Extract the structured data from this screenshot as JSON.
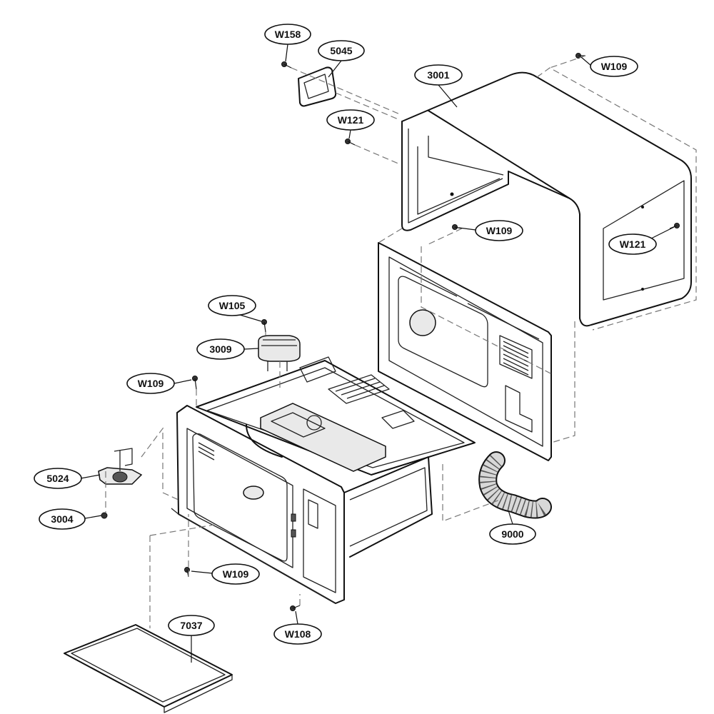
{
  "diagram": {
    "callouts": [
      {
        "id": "w158",
        "label": "W158"
      },
      {
        "id": "p5045",
        "label": "5045"
      },
      {
        "id": "w109a",
        "label": "W109"
      },
      {
        "id": "p3001",
        "label": "3001"
      },
      {
        "id": "w121a",
        "label": "W121"
      },
      {
        "id": "w109b",
        "label": "W109"
      },
      {
        "id": "w121b",
        "label": "W121"
      },
      {
        "id": "w105",
        "label": "W105"
      },
      {
        "id": "p3009",
        "label": "3009"
      },
      {
        "id": "w109c",
        "label": "W109"
      },
      {
        "id": "p5024",
        "label": "5024"
      },
      {
        "id": "p3004",
        "label": "3004"
      },
      {
        "id": "p9000",
        "label": "9000"
      },
      {
        "id": "w109d",
        "label": "W109"
      },
      {
        "id": "w108",
        "label": "W108"
      },
      {
        "id": "p7037",
        "label": "7037"
      }
    ]
  }
}
